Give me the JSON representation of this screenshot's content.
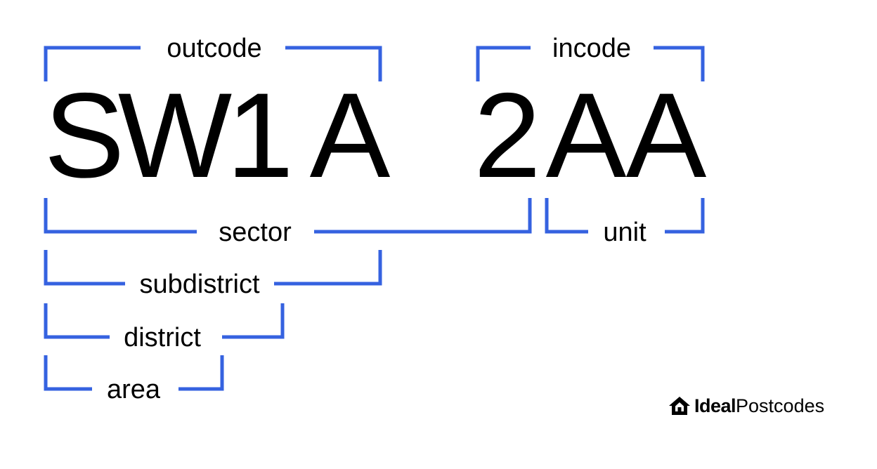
{
  "diagram": {
    "postcode": {
      "outward_letters": [
        "S",
        "W",
        "1",
        "A"
      ],
      "inward_letters": [
        "2",
        "A",
        "A"
      ]
    },
    "labels": {
      "outcode": "outcode",
      "incode": "incode",
      "sector": "sector",
      "unit": "unit",
      "subdistrict": "subdistrict",
      "district": "district",
      "area": "area"
    },
    "bracket_color": "#3562e0",
    "text_color": "#000000"
  },
  "brand": {
    "bold": "Ideal",
    "light": "Postcodes",
    "icon": "house-icon"
  }
}
